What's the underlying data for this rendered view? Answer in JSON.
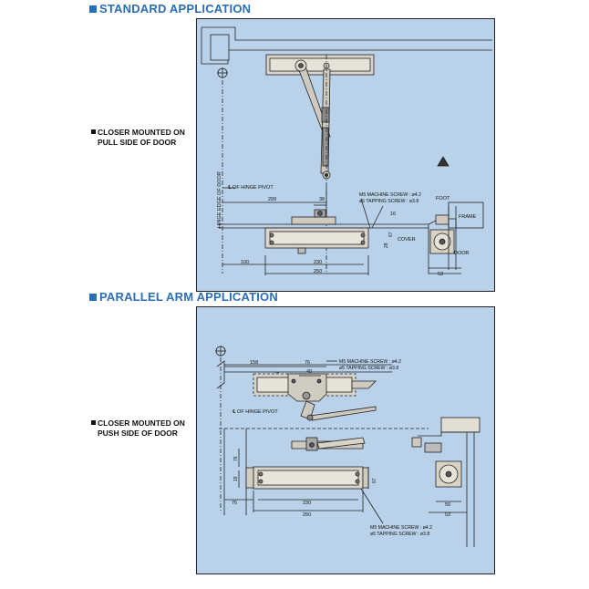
{
  "standard": {
    "title": "STANDARD APPLICATION",
    "side_label_line1": "CLOSER MOUNTED ON",
    "side_label_line2": "PULL SIDE OF DOOR",
    "labels": {
      "hinge_pivot": "℄ OF HINGE PIVOT",
      "hinge_edge": "HINGE EDGE OF DOOR",
      "machine_screw": "M5 MACHINE SCREW : ø4.2",
      "tapping_screw": "ø5 TAPPING SCREW : ø3.8",
      "foot": "FOOT",
      "frame": "FRAME",
      "cover": "COVER",
      "door": "DOOR"
    },
    "dims": {
      "d299": "299",
      "d38": "38",
      "d16": "16",
      "d100": "100",
      "d230": "230",
      "d250": "250",
      "d28": "28",
      "d67": "67",
      "d53": "53"
    }
  },
  "parallel": {
    "title": "PARALLEL ARM APPLICATION",
    "side_label_line1": "CLOSER MOUNTED ON",
    "side_label_line2": "PUSH SIDE OF DOOR",
    "labels": {
      "hinge_pivot": "℄ OF HINGE PIVOT",
      "machine_screw_top": "M5 MACHINE SCREW : ø4.2",
      "tapping_screw_top": "ø5 TAPPING SCREW : ø3.8",
      "machine_screw_bottom": "M5 MACHINE SCREW : ø4.2",
      "tapping_screw_bottom": "ø5 TAPPING SCREW : ø3.8"
    },
    "dims": {
      "d158": "158",
      "d76a": "76",
      "d40": "40",
      "d7": "7",
      "d76b": "76",
      "d19": "19",
      "d76c": "76",
      "d230": "230",
      "d250": "250",
      "d67": "67",
      "d50": "50",
      "d53": "53"
    }
  }
}
